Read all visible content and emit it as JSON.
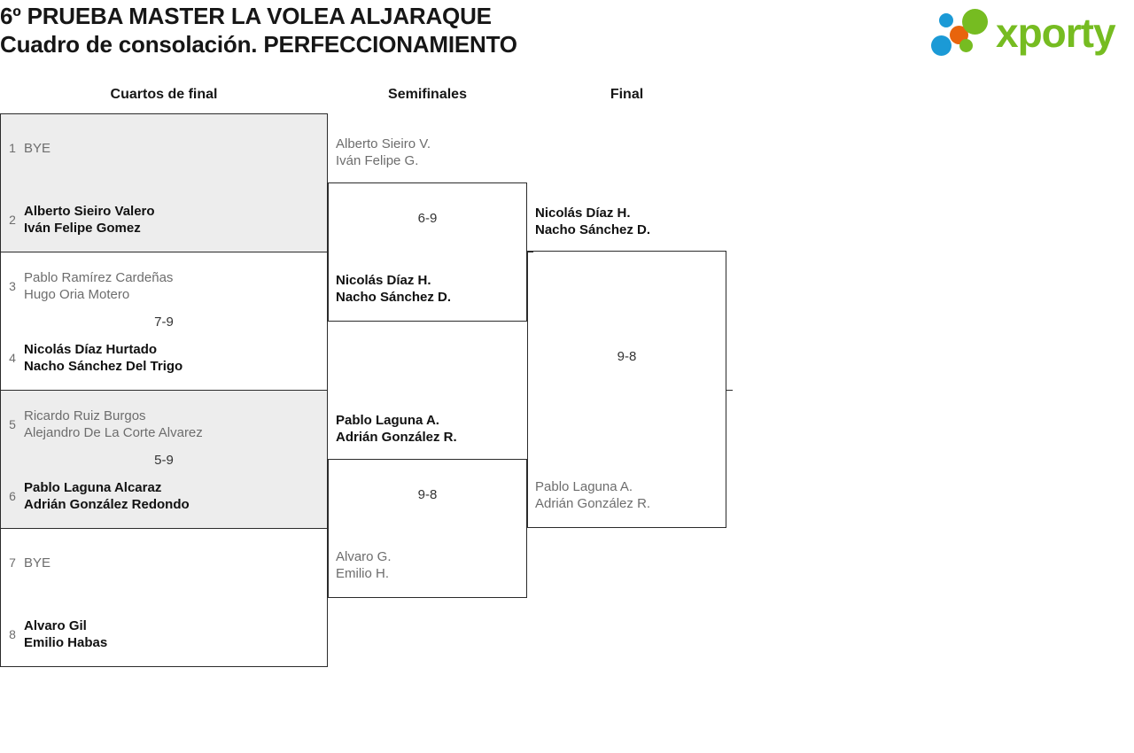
{
  "header": {
    "title_line1": "6º PRUEBA MASTER LA VOLEA ALJARAQUE",
    "title_line2": "Cuadro de consolación. PERFECCIONAMIENTO",
    "logo_text": "xporty",
    "logo_colors": {
      "green": "#76bc21",
      "blue": "#1b9ad6",
      "orange": "#e8640c"
    }
  },
  "rounds": [
    {
      "label": "Cuartos de final"
    },
    {
      "label": "Semifinales"
    },
    {
      "label": "Final"
    }
  ],
  "bracket": {
    "quarterfinals": [
      {
        "shaded": true,
        "score": "",
        "top": {
          "seed": "1",
          "bye": "BYE",
          "winner": false
        },
        "bottom": {
          "seed": "2",
          "player1": "Alberto Sieiro Valero",
          "player2": "Iván Felipe Gomez",
          "winner": true
        }
      },
      {
        "shaded": false,
        "score": "7-9",
        "top": {
          "seed": "3",
          "player1": "Pablo Ramírez Cardeñas",
          "player2": "Hugo Oria Motero",
          "winner": false
        },
        "bottom": {
          "seed": "4",
          "player1": "Nicolás Díaz Hurtado",
          "player2": "Nacho Sánchez Del Trigo",
          "winner": true
        }
      },
      {
        "shaded": true,
        "score": "5-9",
        "top": {
          "seed": "5",
          "player1": "Ricardo Ruiz Burgos",
          "player2": "Alejandro De La Corte Alvarez",
          "winner": false
        },
        "bottom": {
          "seed": "6",
          "player1": "Pablo Laguna Alcaraz",
          "player2": "Adrián González Redondo",
          "winner": true
        }
      },
      {
        "shaded": false,
        "score": "",
        "top": {
          "seed": "7",
          "bye": "BYE",
          "winner": false
        },
        "bottom": {
          "seed": "8",
          "player1": "Alvaro Gil",
          "player2": "Emilio Habas",
          "winner": true
        }
      }
    ],
    "semifinals": [
      {
        "score": "6-9",
        "top": {
          "player1": "Alberto Sieiro V.",
          "player2": "Iván Felipe G.",
          "winner": false
        },
        "bottom": {
          "player1": "Nicolás Díaz H.",
          "player2": "Nacho Sánchez D.",
          "winner": true
        }
      },
      {
        "score": "9-8",
        "top": {
          "player1": "Pablo Laguna A.",
          "player2": "Adrián González R.",
          "winner": true
        },
        "bottom": {
          "player1": "Alvaro G.",
          "player2": "Emilio H.",
          "winner": false
        }
      }
    ],
    "final": [
      {
        "score": "9-8",
        "top": {
          "player1": "Nicolás Díaz H.",
          "player2": "Nacho Sánchez D.",
          "winner": true
        },
        "bottom": {
          "player1": "Pablo Laguna A.",
          "player2": "Adrián González R.",
          "winner": false
        }
      }
    ]
  }
}
